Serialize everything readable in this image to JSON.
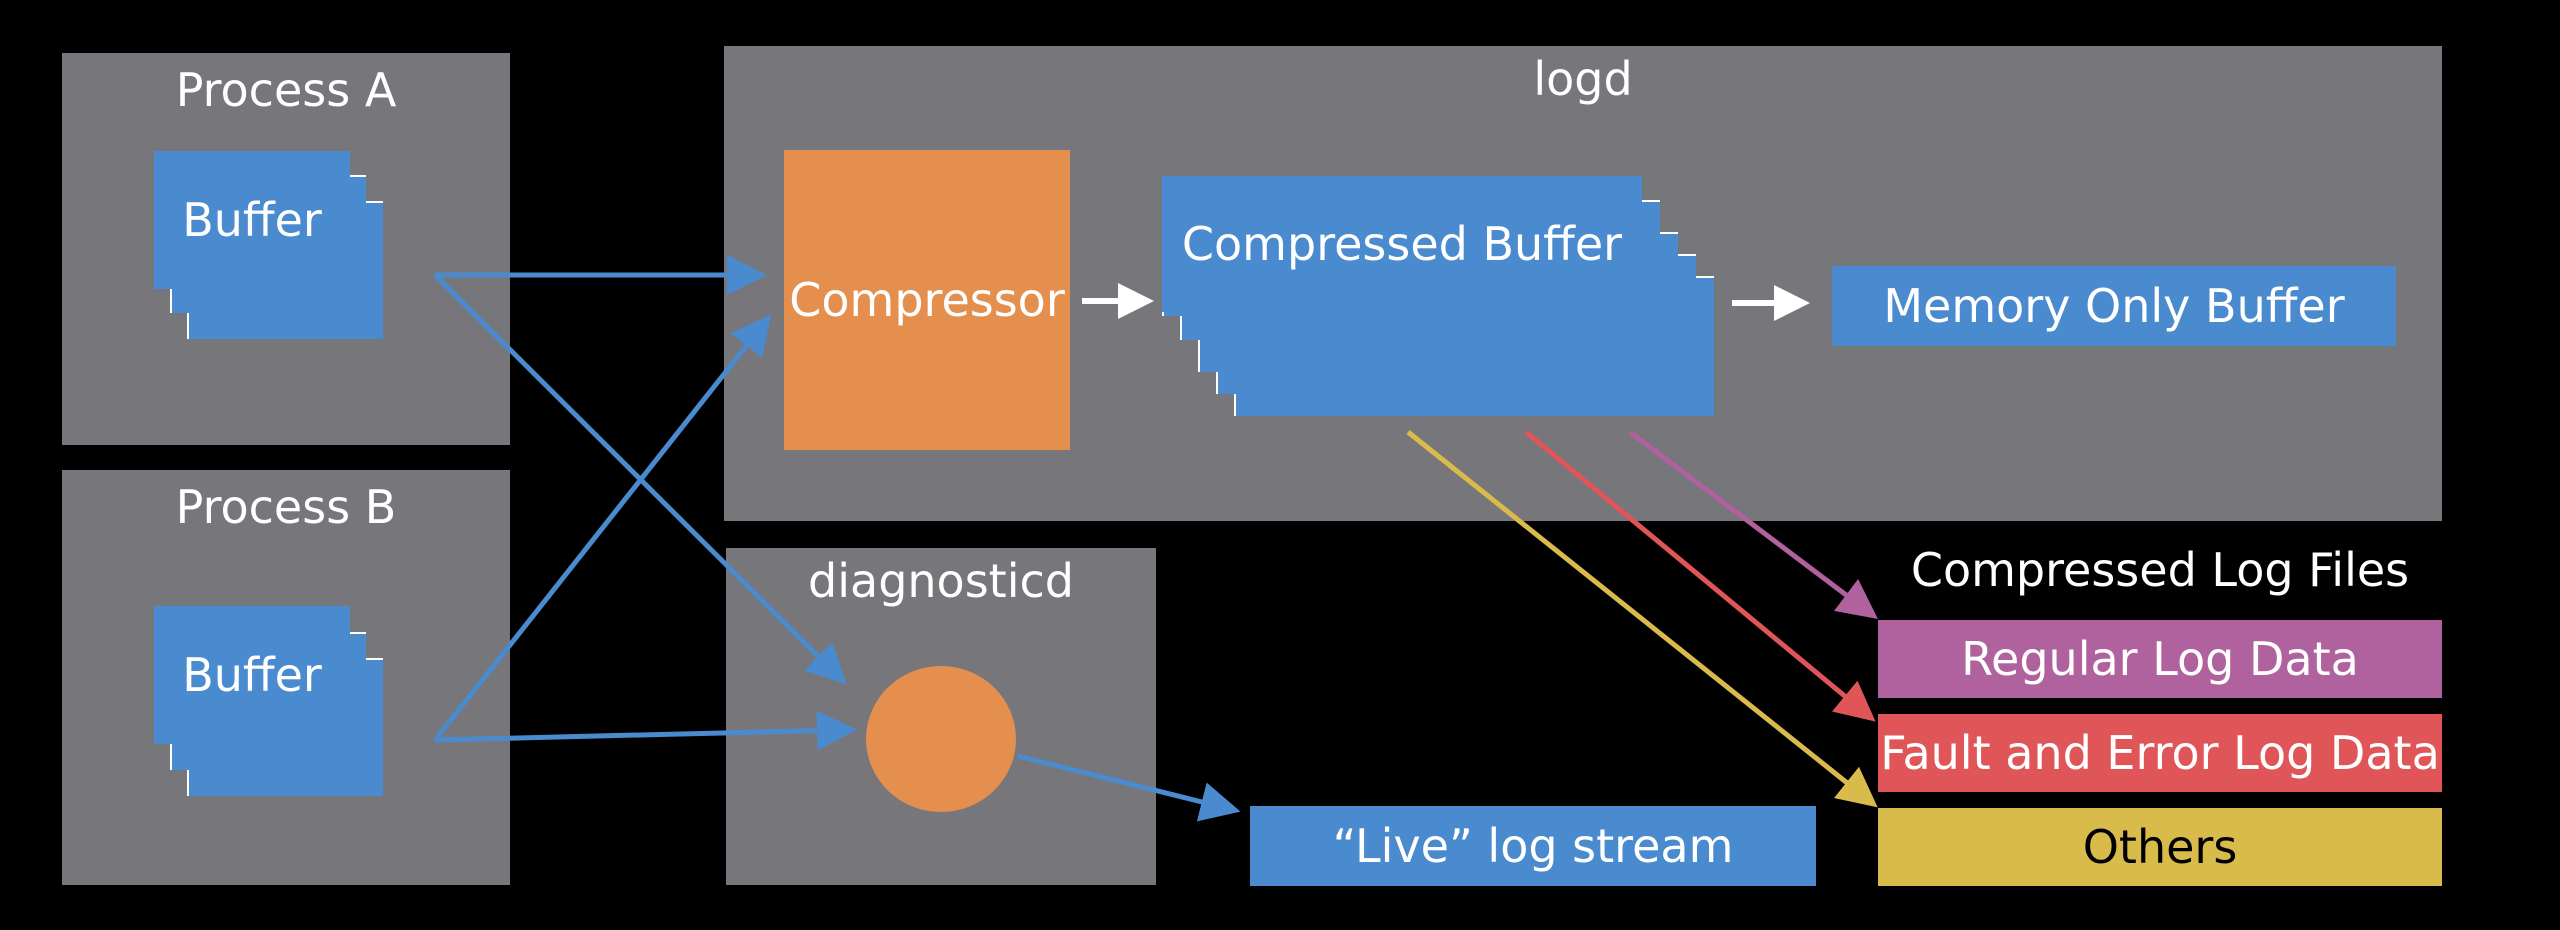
{
  "process_a": {
    "title": "Process A",
    "buffer_label": "Buffer"
  },
  "process_b": {
    "title": "Process B",
    "buffer_label": "Buffer"
  },
  "logd": {
    "title": "logd",
    "compressor_label": "Compressor",
    "compressed_buffer_label": "Compressed Buffer",
    "memory_only_buffer_label": "Memory Only Buffer"
  },
  "diagnosticd": {
    "title": "diagnosticd"
  },
  "live_stream_label": "“Live” log stream",
  "compressed_log_files": {
    "title": "Compressed Log Files",
    "items": [
      {
        "label": "Regular Log Data",
        "color": "#b0629f"
      },
      {
        "label": "Fault and Error Log Data",
        "color": "#e05558"
      },
      {
        "label": "Others",
        "color": "#d9bb4c",
        "text_color": "#000000"
      }
    ]
  },
  "colors": {
    "background": "#000000",
    "container_gray": "#77767a",
    "blue": "#4a8bcf",
    "orange": "#e58f4f",
    "white": "#ffffff"
  }
}
